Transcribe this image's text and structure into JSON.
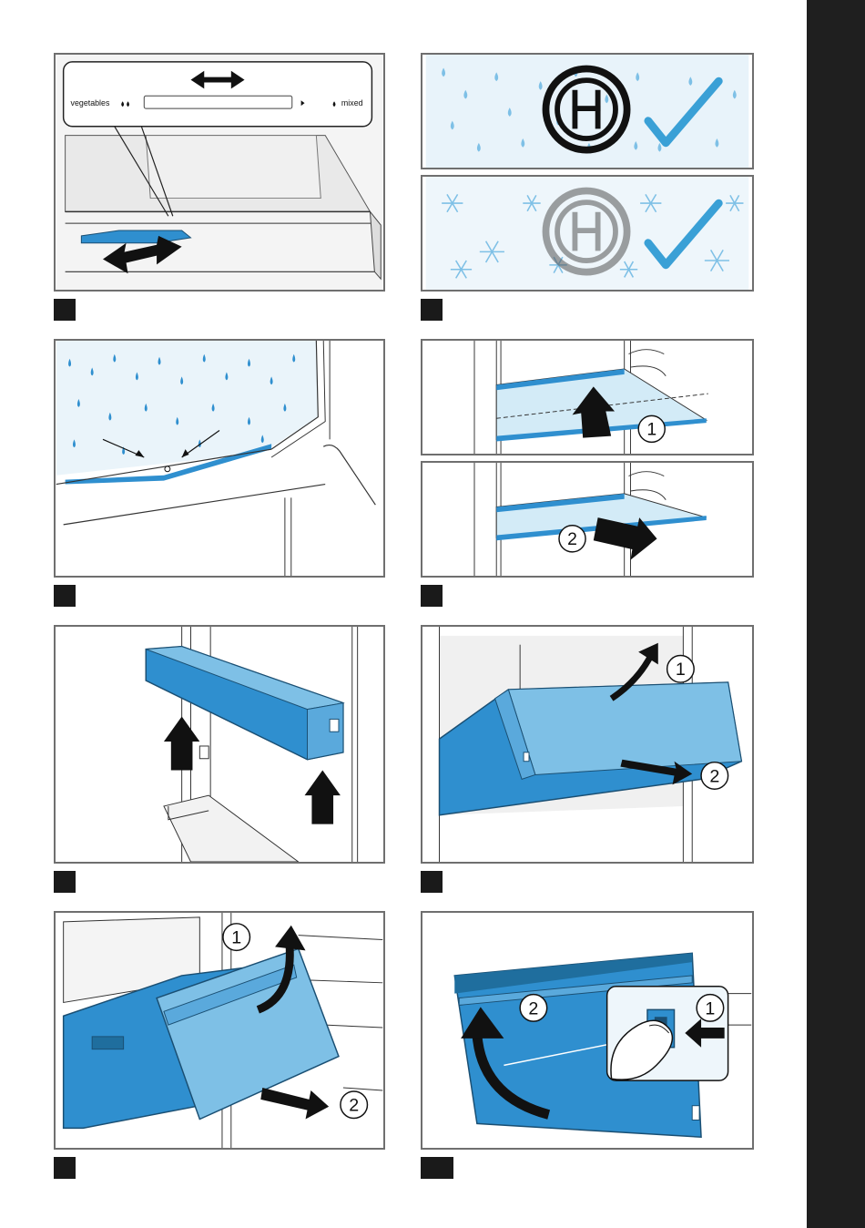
{
  "slider_labels": {
    "left": "vegetables",
    "right": "mixed"
  },
  "callouts": {
    "one": "1",
    "two": "2"
  },
  "colors": {
    "blue_fill": "#2f8fcf",
    "light_blue": "#7ec0e6",
    "frame_gray": "#6f6f6f",
    "dark_bar": "#1f1f1f",
    "check_blue": "#3aa0d6"
  },
  "icons": [
    "bosch-logo-icon",
    "checkmark-icon",
    "snowflake-icon",
    "water-drop-icon",
    "arrow-icon"
  ]
}
